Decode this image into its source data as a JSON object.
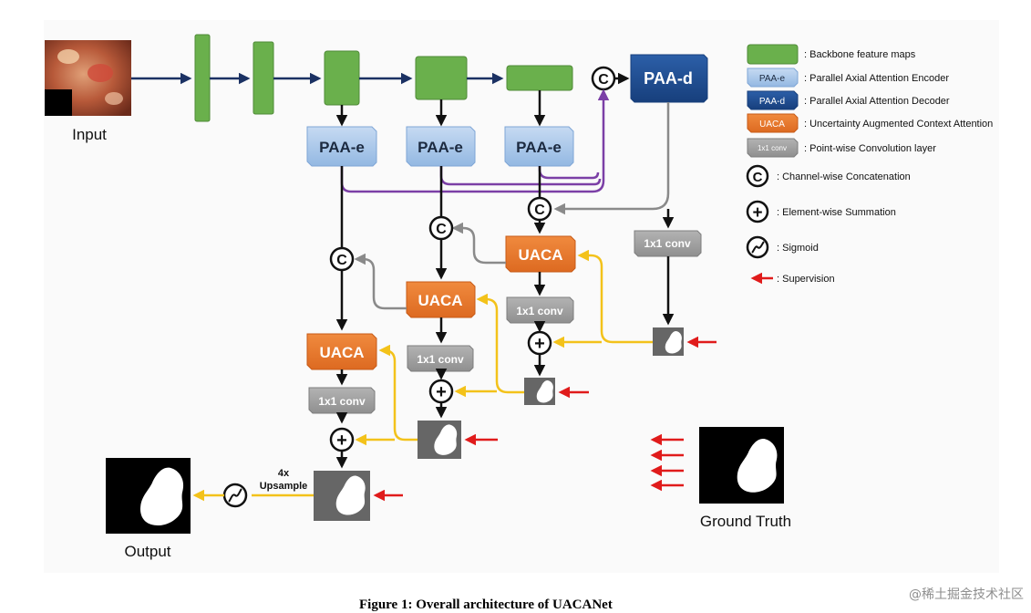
{
  "labels": {
    "input": "Input",
    "output": "Output",
    "ground_truth": "Ground Truth",
    "upsample_line1": "4x",
    "upsample_line2": "Upsample",
    "paa_e": "PAA-e",
    "paa_d": "PAA-d",
    "uaca": "UACA",
    "conv": "1x1 conv",
    "concat_symbol": "C",
    "sum_symbol": "+"
  },
  "legend": [
    {
      "key": "backbone",
      "swatch_text": "",
      "text": ": Backbone feature maps"
    },
    {
      "key": "paa-e",
      "swatch_text": "PAA-e",
      "text": ": Parallel Axial Attention Encoder"
    },
    {
      "key": "paa-d",
      "swatch_text": "PAA-d",
      "text": ": Parallel Axial Attention Decoder"
    },
    {
      "key": "uaca",
      "swatch_text": "UACA",
      "text": ": Uncertainty Augmented Context Attention"
    },
    {
      "key": "conv",
      "swatch_text": "1x1 conv",
      "text": ": Point-wise Convolution layer"
    },
    {
      "key": "concat",
      "swatch_text": "C",
      "text": ": Channel-wise Concatenation"
    },
    {
      "key": "sum",
      "swatch_text": "+",
      "text": ": Element-wise Summation"
    },
    {
      "key": "sigmoid",
      "swatch_text": "",
      "text": ": Sigmoid"
    },
    {
      "key": "supervision",
      "swatch_text": "",
      "text": ": Supervision"
    }
  ],
  "colors": {
    "backbone": "#6ab04c",
    "paa_e": "#a9c8ea",
    "paa_d": "#1f4e94",
    "uaca": "#e8782f",
    "conv": "#a0a0a0",
    "supervision": "#e01b1b",
    "yellow": "#f3c21a",
    "purple": "#7b3fa6",
    "navy": "#1b3163"
  },
  "caption": "Figure 1: Overall architecture of UACANet",
  "watermark": "@稀土掘金技术社区"
}
